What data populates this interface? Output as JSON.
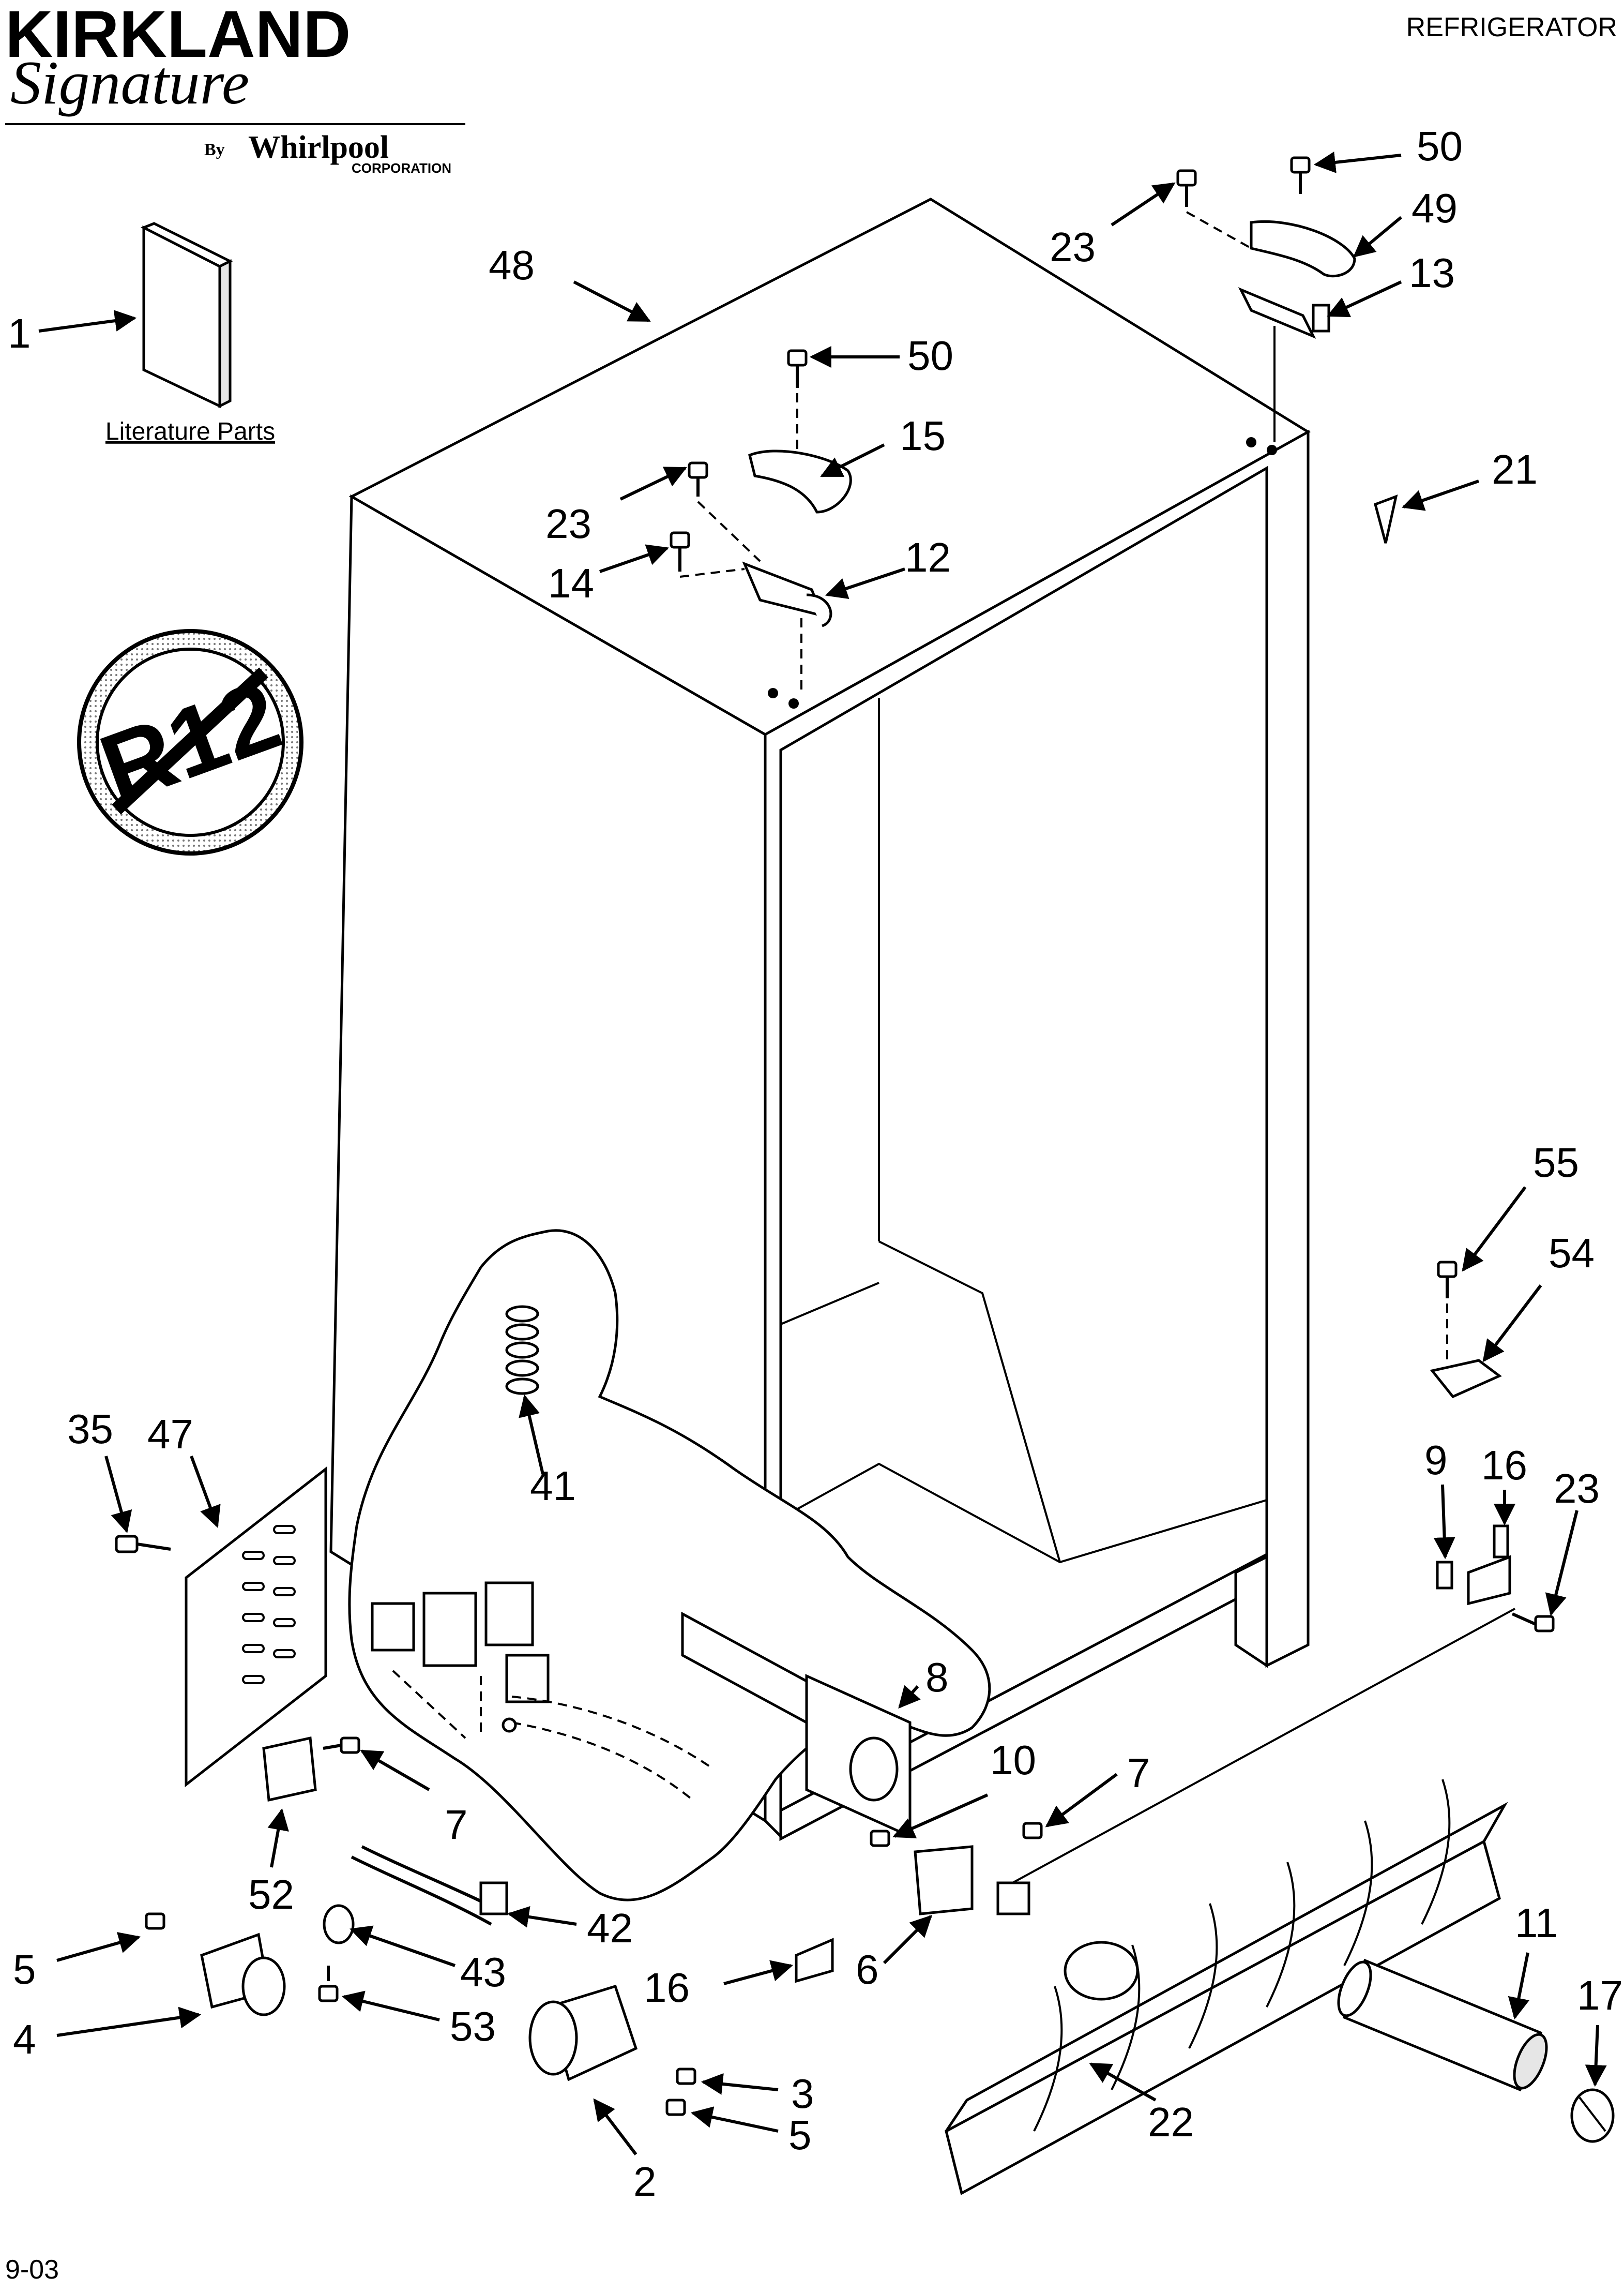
{
  "header": {
    "brand_name": "KIRKLAND",
    "brand_script": "Signature",
    "by_text": "By",
    "maker": "Whirlpool",
    "maker_sub": "CORPORATION",
    "category": "REFRIGERATOR"
  },
  "literature": {
    "label": "Literature Parts"
  },
  "r12_symbol": {
    "text": "R12"
  },
  "callouts": [
    {
      "id": "c1",
      "text": "1"
    },
    {
      "id": "c48",
      "text": "48"
    },
    {
      "id": "c50a",
      "text": "50"
    },
    {
      "id": "c15",
      "text": "15"
    },
    {
      "id": "c23a",
      "text": "23"
    },
    {
      "id": "c14",
      "text": "14"
    },
    {
      "id": "c12",
      "text": "12"
    },
    {
      "id": "c50b",
      "text": "50"
    },
    {
      "id": "c49",
      "text": "49"
    },
    {
      "id": "c23b",
      "text": "23"
    },
    {
      "id": "c13",
      "text": "13"
    },
    {
      "id": "c21",
      "text": "21"
    },
    {
      "id": "c55",
      "text": "55"
    },
    {
      "id": "c54",
      "text": "54"
    },
    {
      "id": "c9",
      "text": "9"
    },
    {
      "id": "c16a",
      "text": "16"
    },
    {
      "id": "c23c",
      "text": "23"
    },
    {
      "id": "c35",
      "text": "35"
    },
    {
      "id": "c47",
      "text": "47"
    },
    {
      "id": "c41",
      "text": "41"
    },
    {
      "id": "c8",
      "text": "8"
    },
    {
      "id": "c10",
      "text": "10"
    },
    {
      "id": "c7a",
      "text": "7"
    },
    {
      "id": "c7b",
      "text": "7"
    },
    {
      "id": "c52",
      "text": "52"
    },
    {
      "id": "c42",
      "text": "42"
    },
    {
      "id": "c43",
      "text": "43"
    },
    {
      "id": "c53",
      "text": "53"
    },
    {
      "id": "c5a",
      "text": "5"
    },
    {
      "id": "c4",
      "text": "4"
    },
    {
      "id": "c16b",
      "text": "16"
    },
    {
      "id": "c6",
      "text": "6"
    },
    {
      "id": "c3",
      "text": "3"
    },
    {
      "id": "c5b",
      "text": "5"
    },
    {
      "id": "c2",
      "text": "2"
    },
    {
      "id": "c11",
      "text": "11"
    },
    {
      "id": "c17",
      "text": "17"
    },
    {
      "id": "c22",
      "text": "22"
    }
  ],
  "footer": {
    "date_code": "9-03"
  }
}
